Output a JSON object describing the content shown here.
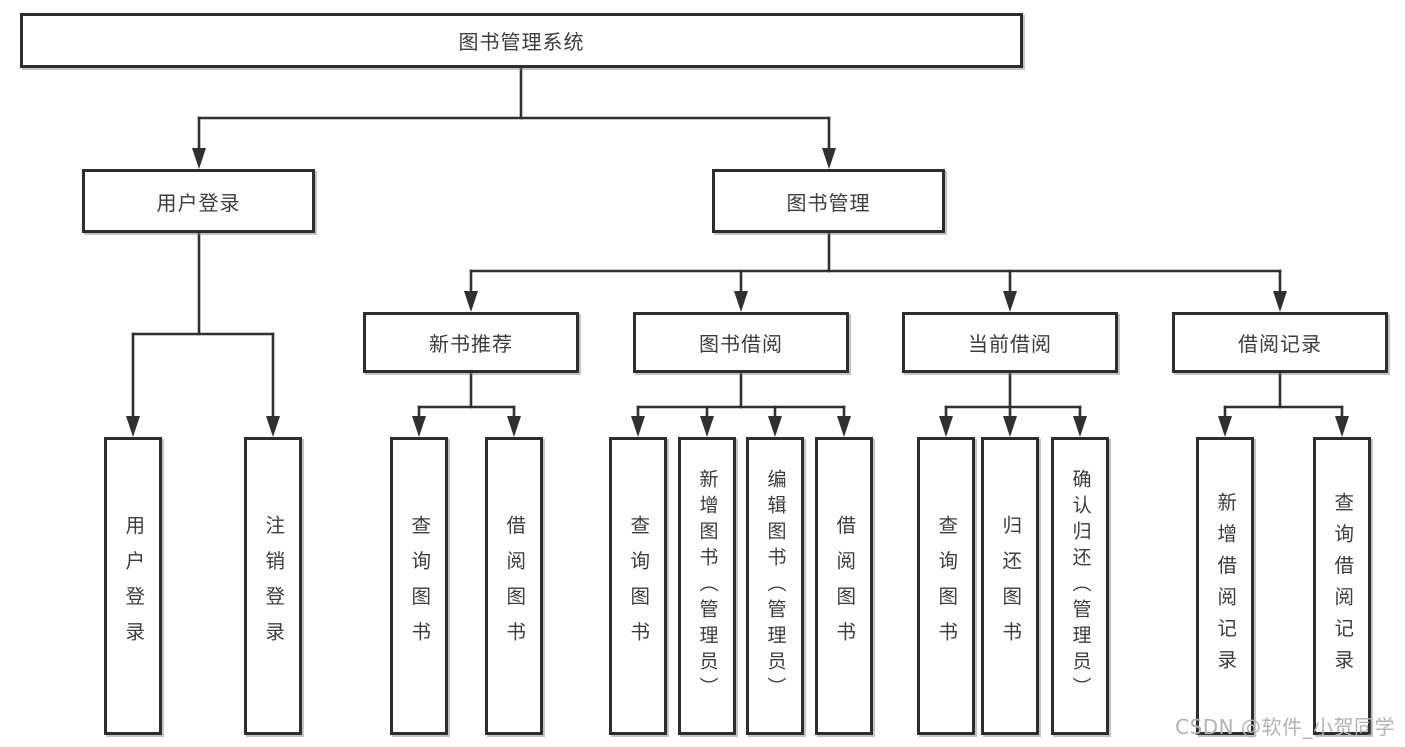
{
  "diagram": {
    "title": "图书管理系统",
    "type": "hierarchy-tree",
    "colors": {
      "line": "#303030",
      "box_border": "#2d2d2d",
      "box_fill": "#ffffff",
      "text": "#3c3c3c",
      "watermark": "#b3b3b3",
      "background": "#ffffff"
    },
    "nodes": {
      "root": {
        "label": "图书管理系统"
      },
      "user_login": {
        "label": "用户登录"
      },
      "book_mgmt": {
        "label": "图书管理"
      },
      "user_login_leaf": {
        "label": "用户登录"
      },
      "logout_leaf": {
        "label": "注销登录"
      },
      "new_book_rec": {
        "label": "新书推荐"
      },
      "book_borrow": {
        "label": "图书借阅"
      },
      "current_borrow": {
        "label": "当前借阅"
      },
      "borrow_records": {
        "label": "借阅记录"
      },
      "nbr_query_books": {
        "label": "查询图书"
      },
      "nbr_borrow_books": {
        "label": "借阅图书"
      },
      "bb_query_books": {
        "label": "查询图书"
      },
      "bb_add_books": {
        "label": "新增图书（管理员）"
      },
      "bb_edit_books": {
        "label": "编辑图书（管理员）"
      },
      "bb_borrow_books": {
        "label": "借阅图书"
      },
      "cb_query_books": {
        "label": "查询图书"
      },
      "cb_return_books": {
        "label": "归还图书"
      },
      "cb_confirm_return": {
        "label": "确认归还（管理员）"
      },
      "br_add_record": {
        "label": "新增借阅记录"
      },
      "br_query_record": {
        "label": "查询借阅记录"
      }
    },
    "edges": [
      [
        "root",
        "user_login"
      ],
      [
        "root",
        "book_mgmt"
      ],
      [
        "user_login",
        "user_login_leaf"
      ],
      [
        "user_login",
        "logout_leaf"
      ],
      [
        "book_mgmt",
        "new_book_rec"
      ],
      [
        "book_mgmt",
        "book_borrow"
      ],
      [
        "book_mgmt",
        "current_borrow"
      ],
      [
        "book_mgmt",
        "borrow_records"
      ],
      [
        "new_book_rec",
        "nbr_query_books"
      ],
      [
        "new_book_rec",
        "nbr_borrow_books"
      ],
      [
        "book_borrow",
        "bb_query_books"
      ],
      [
        "book_borrow",
        "bb_add_books"
      ],
      [
        "book_borrow",
        "bb_edit_books"
      ],
      [
        "book_borrow",
        "bb_borrow_books"
      ],
      [
        "current_borrow",
        "cb_query_books"
      ],
      [
        "current_borrow",
        "cb_return_books"
      ],
      [
        "current_borrow",
        "cb_confirm_return"
      ],
      [
        "borrow_records",
        "br_add_record"
      ],
      [
        "borrow_records",
        "br_query_record"
      ]
    ]
  },
  "watermark": {
    "text": "CSDN @软件_小贺同学"
  }
}
